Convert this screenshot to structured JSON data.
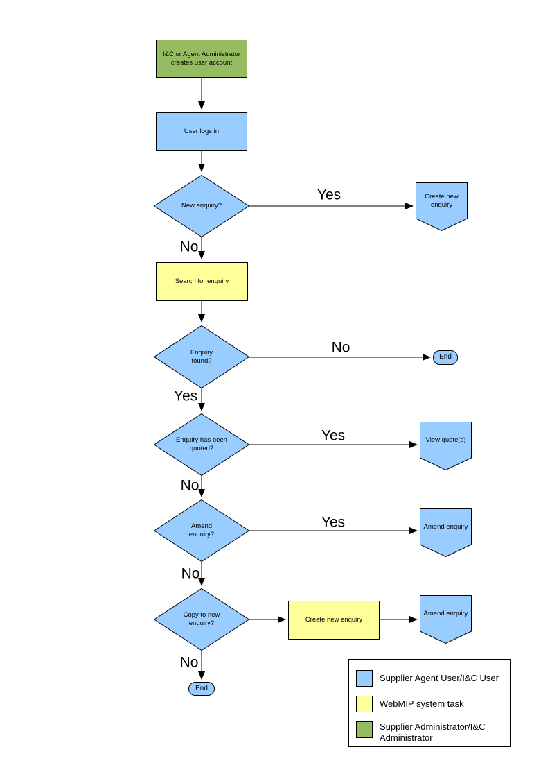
{
  "colors": {
    "user_task_blue": "#99CCFF",
    "system_task_yellow": "#FFFF99",
    "admin_task_green": "#96BC61",
    "line_black": "#000000"
  },
  "nodes": {
    "admin_creates_account": {
      "type": "process",
      "label": "I&C or Agent Administrator creates user account"
    },
    "user_logs_in": {
      "type": "process",
      "label": "User logs in"
    },
    "new_enquiry": {
      "type": "decision",
      "label": "New enquiry?"
    },
    "create_new_enquiry": {
      "type": "offpage",
      "label": "Create new enquiry"
    },
    "search_for_enquiry": {
      "type": "process",
      "label": "Search for enquiry"
    },
    "enquiry_found": {
      "type": "decision",
      "label": "Enquiry found?"
    },
    "end_not_found": {
      "type": "terminator",
      "label": "End"
    },
    "enquiry_has_been_quoted": {
      "type": "decision",
      "label": "Enquiry has been quoted?"
    },
    "view_quotes": {
      "type": "offpage",
      "label": "View quote(s)"
    },
    "amend_enquiry_decision": {
      "type": "decision",
      "label": "Amend enquiry?"
    },
    "amend_enquiry": {
      "type": "offpage",
      "label": "Amend enquiry"
    },
    "copy_to_new_enquiry": {
      "type": "decision",
      "label": "Copy to new enquiry?"
    },
    "create_new_enquiry_task": {
      "type": "process",
      "label": "Create new enquiry"
    },
    "amend_enquiry_2": {
      "type": "offpage",
      "label": "Amend enquiry"
    },
    "end_final": {
      "type": "terminator",
      "label": "End"
    }
  },
  "edge_labels": {
    "new_enquiry_yes": "Yes",
    "new_enquiry_no": "No",
    "enquiry_found_no": "No",
    "enquiry_found_yes": "Yes",
    "quoted_yes": "Yes",
    "quoted_no": "No",
    "amend_yes": "Yes",
    "amend_no": "No",
    "copy_no": "No"
  },
  "legend": {
    "items": [
      {
        "color": "#99CCFF",
        "label": "Supplier Agent User/I&C User"
      },
      {
        "color": "#FFFF99",
        "label": "WebMIP system task"
      },
      {
        "color": "#96BC61",
        "label": "Supplier Administrator/I&C Administrator"
      }
    ]
  }
}
